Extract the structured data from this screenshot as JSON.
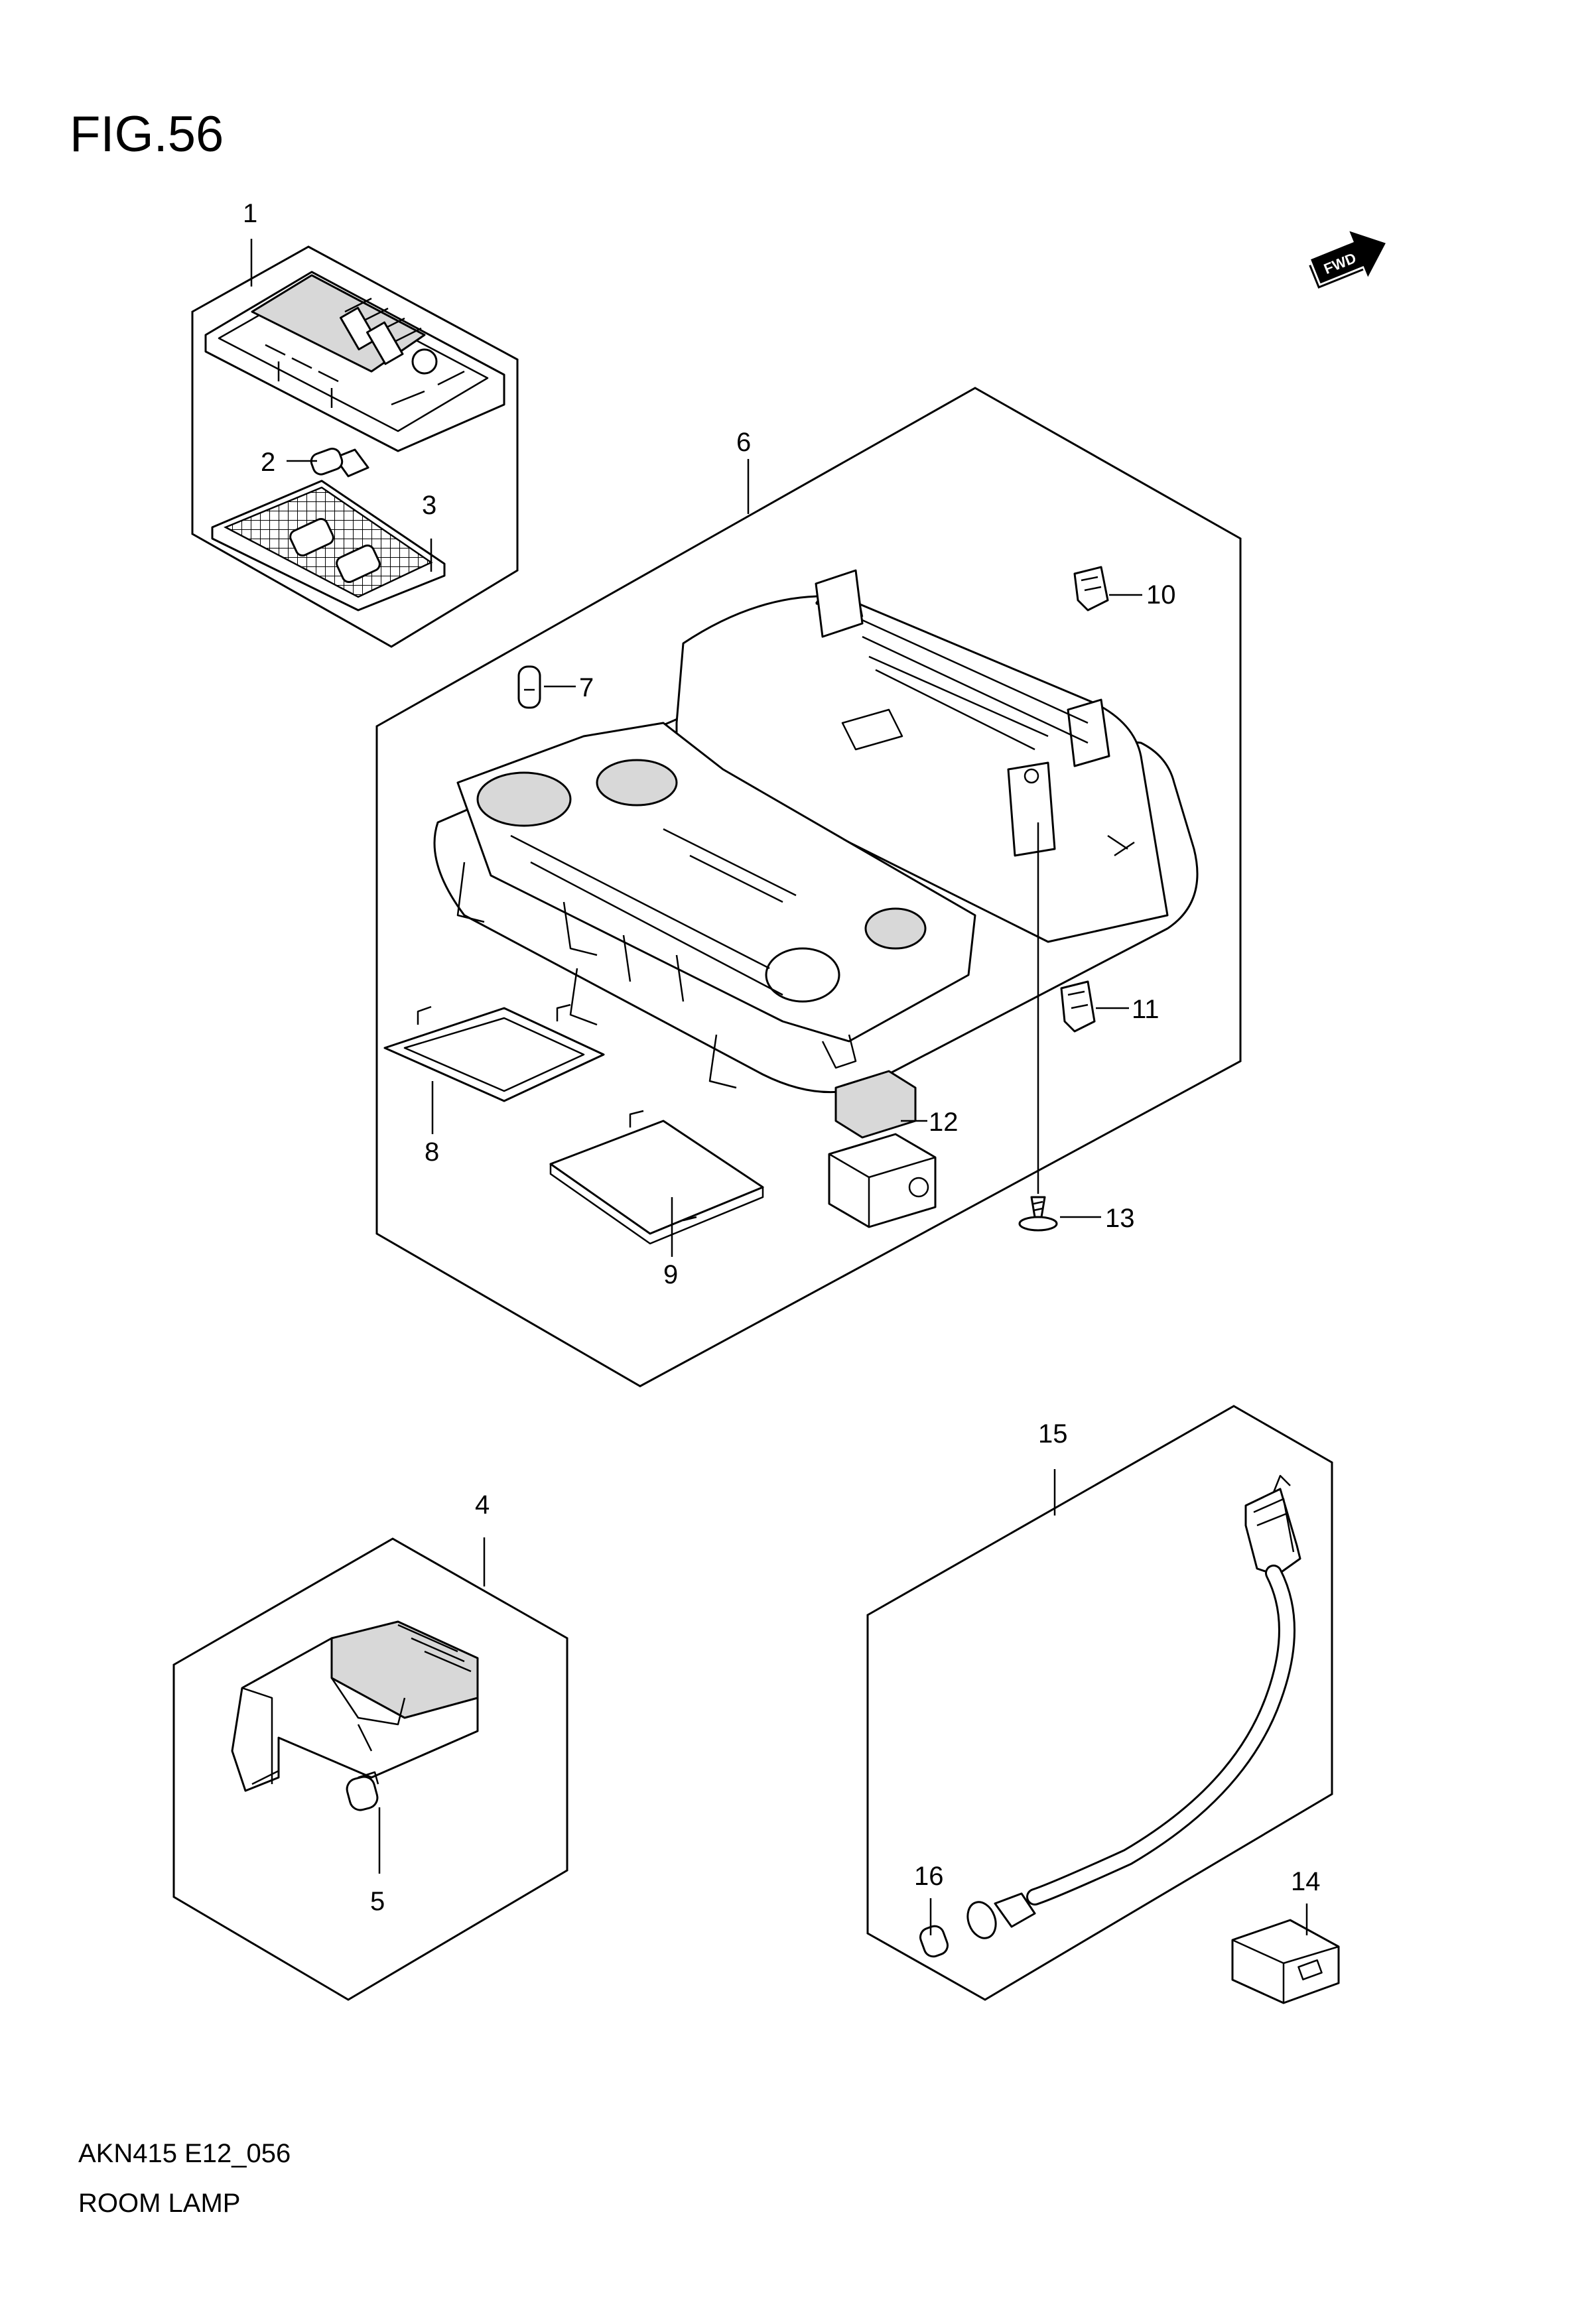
{
  "figure": {
    "title": "FIG.56",
    "fwd_label": "FWD"
  },
  "callouts": {
    "c1": "1",
    "c2": "2",
    "c3": "3",
    "c4": "4",
    "c5": "5",
    "c6": "6",
    "c7": "7",
    "c8": "8",
    "c9": "9",
    "c10": "10",
    "c11": "11",
    "c12": "12",
    "c13": "13",
    "c14": "14",
    "c15": "15",
    "c16": "16"
  },
  "footer": {
    "code": "AKN415 E12_056",
    "caption": "ROOM LAMP"
  }
}
